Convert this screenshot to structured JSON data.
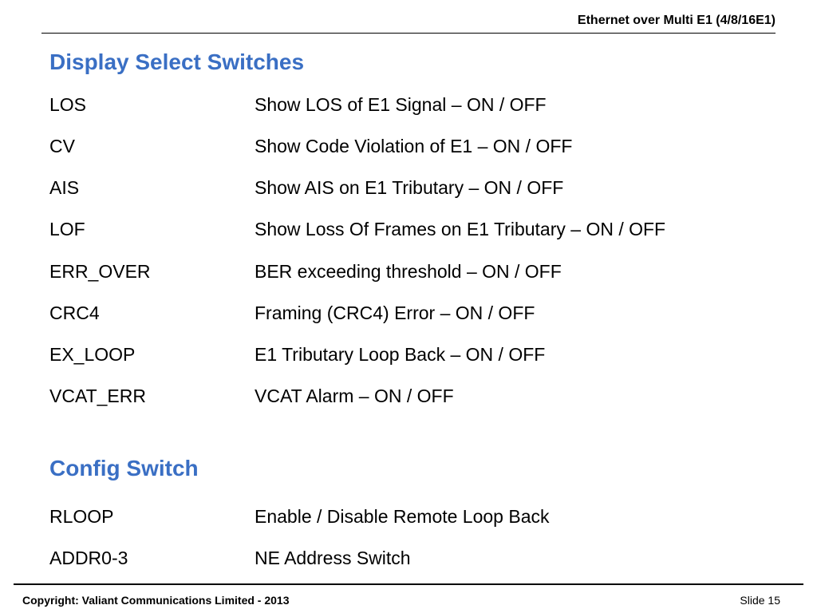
{
  "header": {
    "title": "Ethernet over Multi E1 (4/8/16E1)"
  },
  "display_section": {
    "heading": "Display Select Switches",
    "items": [
      {
        "term": "LOS",
        "description": "Show LOS of E1 Signal – ON / OFF"
      },
      {
        "term": "CV",
        "description": "Show Code Violation of E1 – ON / OFF"
      },
      {
        "term": "AIS",
        "description": "Show AIS on E1 Tributary – ON / OFF"
      },
      {
        "term": "LOF",
        "description": "Show Loss Of Frames on E1 Tributary – ON / OFF"
      },
      {
        "term": "ERR_OVER",
        "description": "BER exceeding threshold – ON / OFF"
      },
      {
        "term": "CRC4",
        "description": "Framing (CRC4) Error – ON / OFF"
      },
      {
        "term": "EX_LOOP",
        "description": "E1 Tributary Loop Back – ON / OFF"
      },
      {
        "term": "VCAT_ERR",
        "description": "VCAT Alarm – ON / OFF"
      }
    ]
  },
  "config_section": {
    "heading": "Config Switch",
    "items": [
      {
        "term": "RLOOP",
        "description": "Enable / Disable Remote Loop Back"
      },
      {
        "term": "ADDR0-3",
        "description": "NE Address Switch"
      }
    ]
  },
  "footer": {
    "copyright": "Copyright: Valiant Communications Limited - 2013",
    "slide_label": "Slide 15"
  },
  "colors": {
    "heading": "#3a6fc4",
    "text": "#000000",
    "background": "#ffffff"
  }
}
